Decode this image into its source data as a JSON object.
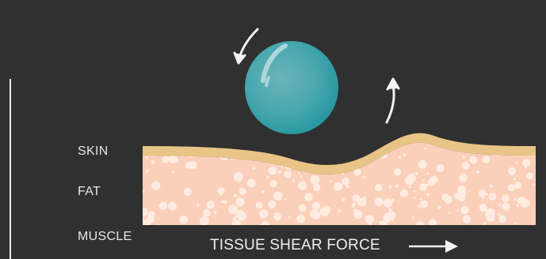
{
  "labels": {
    "skin": "SKIN",
    "fat": "FAT",
    "muscle": "MUSCLE"
  },
  "force": {
    "label": "TISSUE SHEAR FORCE"
  },
  "icons": {
    "rotation": "curved-arrow-icon",
    "direction": "arrow-right-icon"
  },
  "colors": {
    "background": "#303030",
    "skin": "#e8c487",
    "fat": "#fbd0bb",
    "ball": "#2a9fa8",
    "text": "#e6e6e6"
  }
}
